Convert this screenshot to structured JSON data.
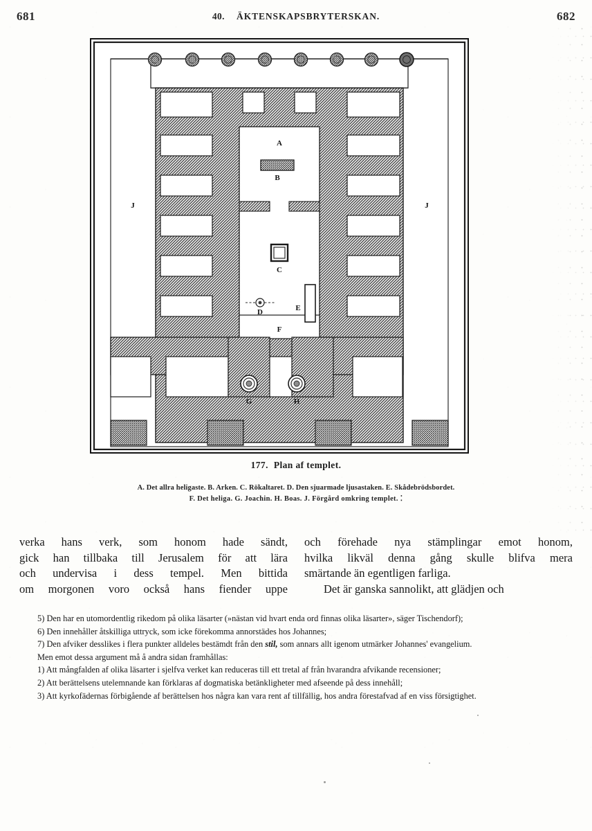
{
  "running_head": {
    "folio_left": "681",
    "folio_right": "682",
    "chapter_number": "40.",
    "chapter_title": "ÄKTENSKAPSBRYTERSKAN."
  },
  "figure": {
    "caption_number": "177.",
    "caption_title": "Plan af templet.",
    "legend_line_1": "A. Det allra heligaste.   B. Arken.   C. Rökaltaret.   D. Den sjuarmade ljusastaken.   E. Skådebrödsbordet.",
    "legend_line_2": "F. Det heliga.   G. Joachin.   H. Boas.   J. Förgård omkring templet.   ⁚",
    "labels": {
      "A": "A",
      "B": "B",
      "C": "C",
      "D": "D",
      "E": "E",
      "F": "F",
      "G": "G",
      "H": "H",
      "J_left": "J",
      "J_right": "J"
    },
    "legend_items": [
      {
        "key": "A",
        "text": "Det allra heligaste."
      },
      {
        "key": "B",
        "text": "Arken."
      },
      {
        "key": "C",
        "text": "Rökaltaret."
      },
      {
        "key": "D",
        "text": "Den sjuarmade ljusastaken."
      },
      {
        "key": "E",
        "text": "Skådebrödsbordet."
      },
      {
        "key": "F",
        "text": "Det heliga."
      },
      {
        "key": "G",
        "text": "Joachin."
      },
      {
        "key": "H",
        "text": "Boas."
      },
      {
        "key": "J",
        "text": "Förgård omkring templet."
      }
    ],
    "column_count": 8
  },
  "body": {
    "left_column": [
      "verka hans verk, som honom hade sändt,",
      "gick han tillbaka till Jerusalem för att lära",
      "och undervisa i dess tempel.  Men bittida",
      "om morgonen voro också hans fiender uppe"
    ],
    "right_column": [
      "och förehade nya stämplingar emot honom,",
      "hvilka likväl denna gång skulle blifva mera",
      "smärtande än egentligen farliga.",
      "Det är ganska sannolikt, att glädjen och"
    ]
  },
  "footnotes": [
    {
      "marker": "5)",
      "text": "Den har en utomordentlig rikedom på olika läsarter (»nästan vid hvart enda ord finnas olika läsarter», säger Tischendorf);"
    },
    {
      "marker": "6)",
      "text": "Den innehåller åtskilliga uttryck, som icke förekomma annorstädes hos Johannes;"
    },
    {
      "marker": "7)",
      "text_before_italic": "Den afviker desslikes i flera punkter alldeles bestämdt från den ",
      "italic": "stil,",
      "text_after_italic": " som annars allt igenom utmärker Johannes' evangelium."
    },
    {
      "marker": "",
      "text": "Men emot dessa argument må å andra sidan framhållas:"
    },
    {
      "marker": "1)",
      "text": "Att mångfalden af olika läsarter i sjelfva verket kan reduceras till ett tretal af från hvarandra afvikande recensioner;"
    },
    {
      "marker": "2)",
      "text": "Att berättelsens utelemnande kan förklaras af dogmatiska betänkligheter med afseende på dess innehåll;"
    },
    {
      "marker": "3)",
      "text": "Att kyrkofädernas förbigående af berättelsen hos några kan vara rent af tillfällig, hos andra förestafvad af en viss försigtighet."
    }
  ],
  "colors": {
    "ink": "#171717",
    "paper": "#fdfdfb",
    "hatch": "#6f6f6f",
    "rule": "#141414"
  }
}
